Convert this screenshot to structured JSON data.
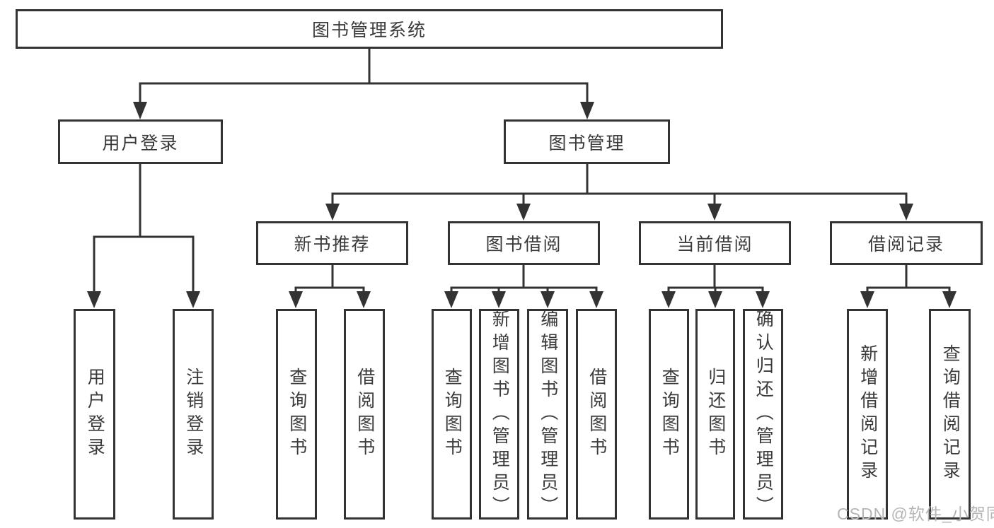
{
  "diagram": {
    "root": {
      "label": "图书管理系统"
    },
    "branches": [
      {
        "label": "用户登录",
        "children": [
          {
            "label": "用户登录"
          },
          {
            "label": "注销登录"
          }
        ]
      },
      {
        "label": "图书管理",
        "children": [
          {
            "label": "新书推荐",
            "children": [
              {
                "label": "查询图书"
              },
              {
                "label": "借阅图书"
              }
            ]
          },
          {
            "label": "图书借阅",
            "children": [
              {
                "label": "查询图书"
              },
              {
                "label": "新增图书（管理员）"
              },
              {
                "label": "编辑图书（管理员）"
              },
              {
                "label": "借阅图书"
              }
            ]
          },
          {
            "label": "当前借阅",
            "children": [
              {
                "label": "查询图书"
              },
              {
                "label": "归还图书"
              },
              {
                "label": "确认归还（管理员）"
              }
            ]
          },
          {
            "label": "借阅记录",
            "children": [
              {
                "label": "新增借阅记录"
              },
              {
                "label": "查询借阅记录"
              }
            ]
          }
        ]
      }
    ]
  },
  "watermark": {
    "text": "CSDN @软件_小贺同学"
  },
  "colors": {
    "line": "#333333",
    "border": "#333333",
    "text": "#3a3a3a",
    "watermark": "#b5b5b5",
    "background": "#ffffff"
  }
}
